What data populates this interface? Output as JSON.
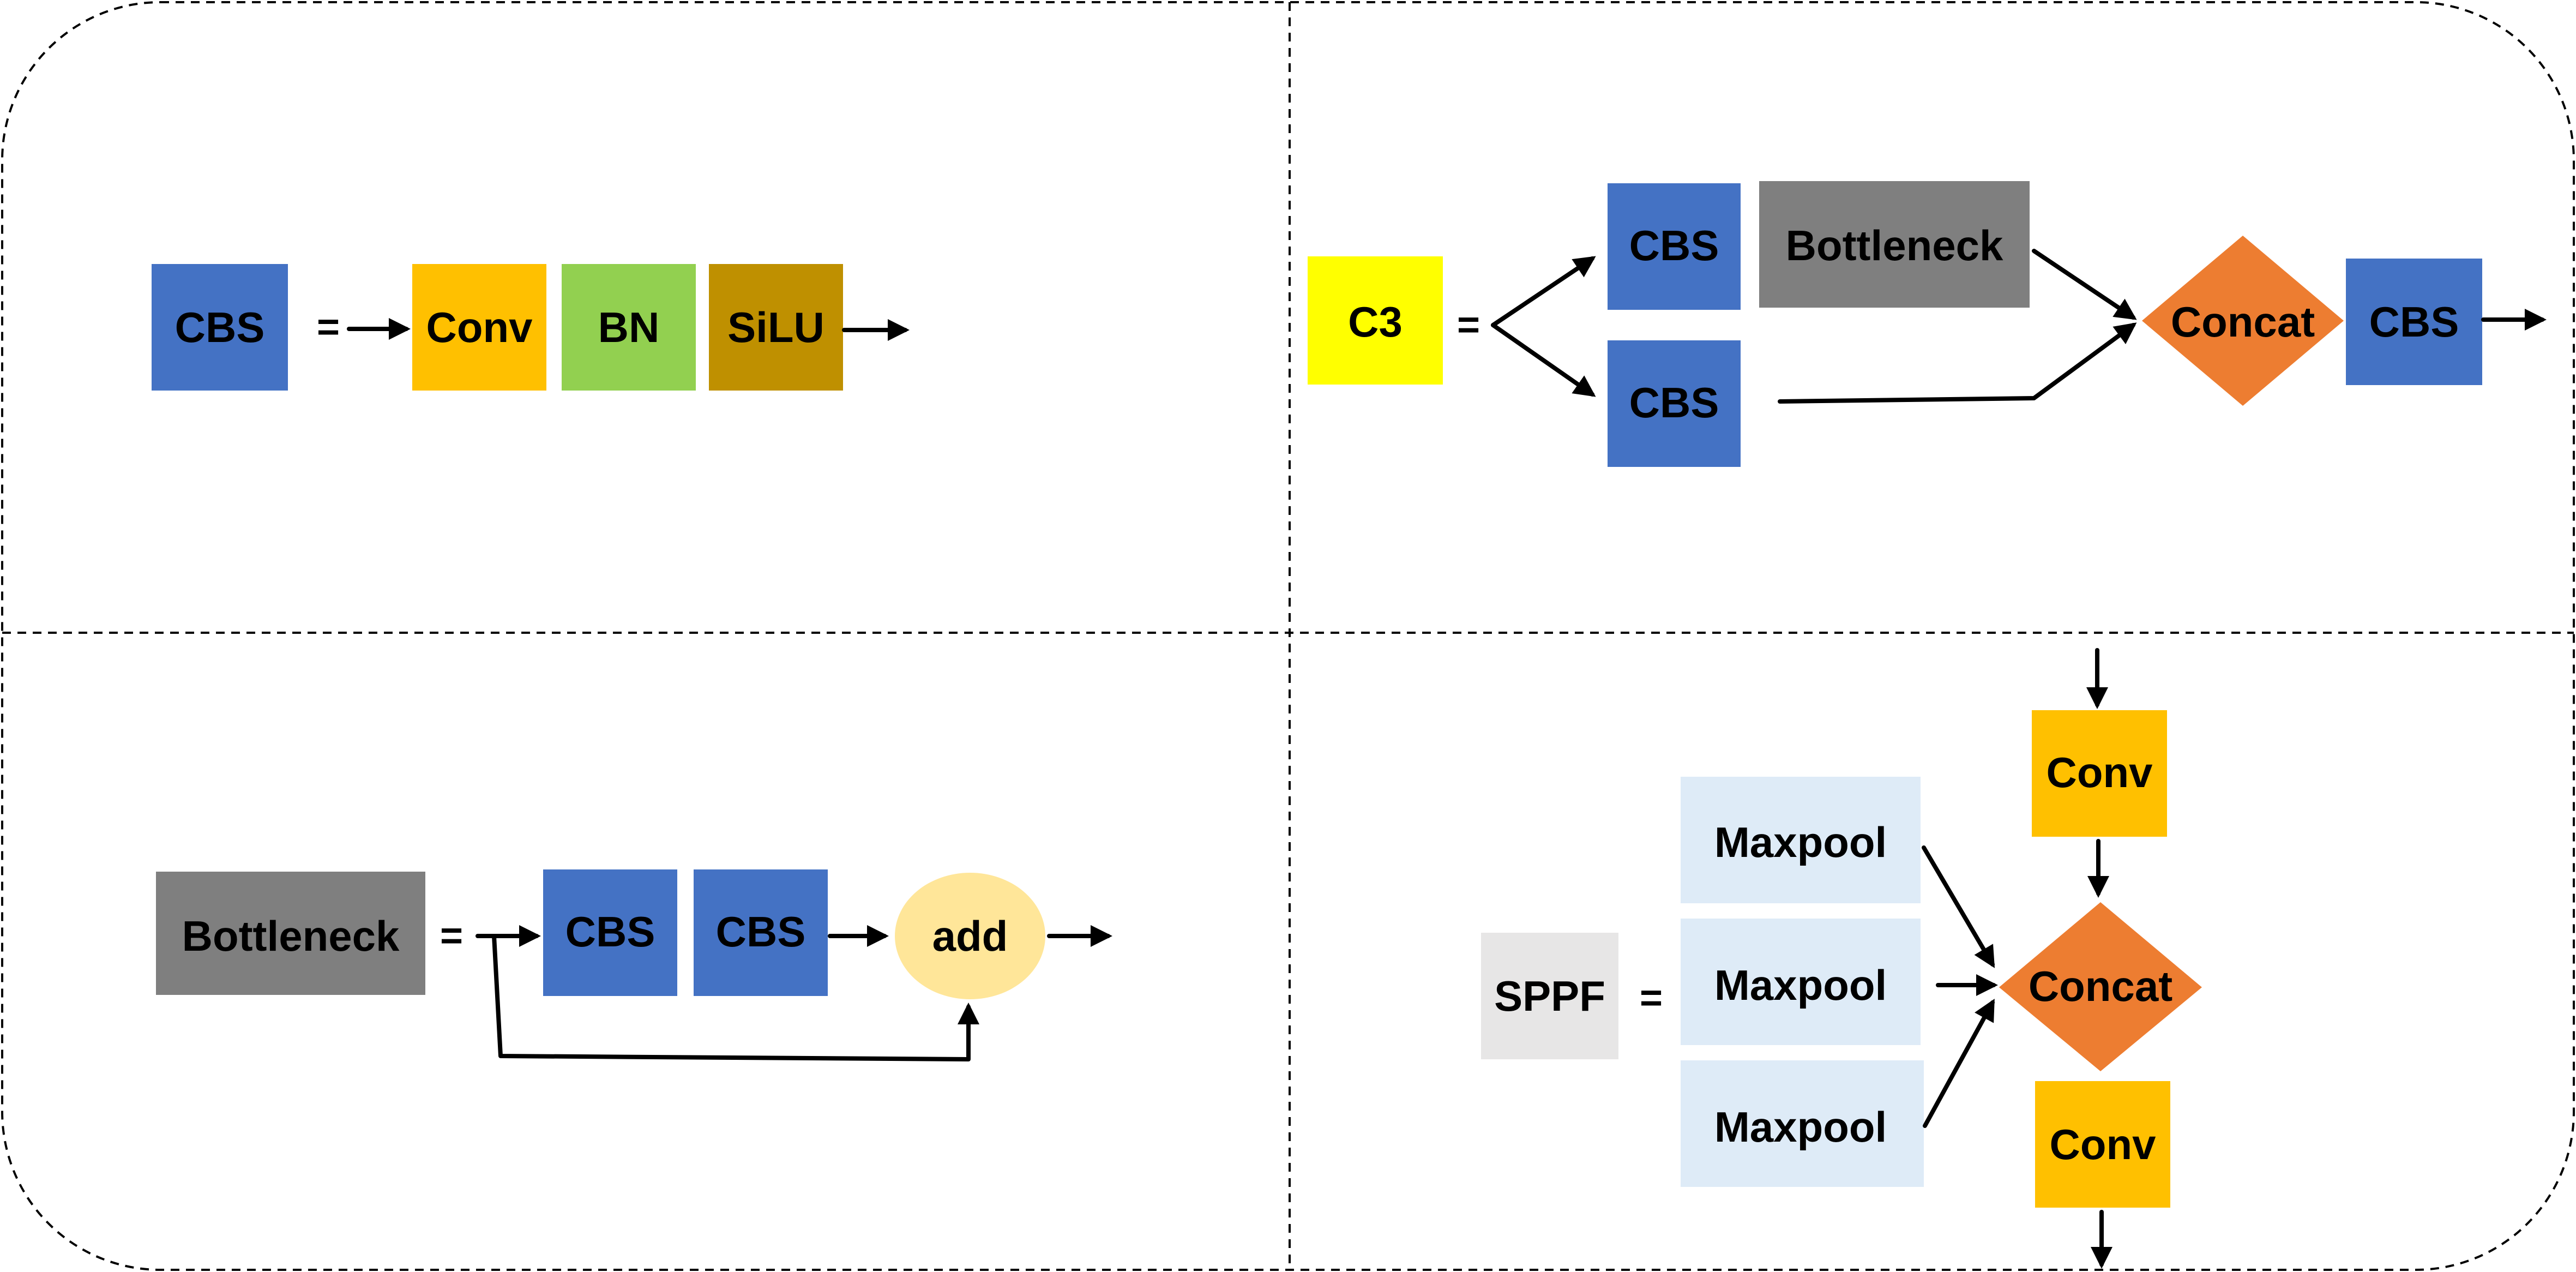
{
  "colors": {
    "cbs": "#4472C4",
    "conv": "#FFC000",
    "bn": "#92D050",
    "silu": "#BF9000",
    "bottleneck": "#7F7F7F",
    "c3": "#FFFF00",
    "concat": "#ED7D31",
    "add": "#FFE699",
    "maxpool": "#DEEBF7",
    "sppf": "#E7E6E6",
    "frame": "#000000"
  },
  "cbs_panel": {
    "module": "CBS",
    "equals": "=",
    "conv": "Conv",
    "bn": "BN",
    "silu": "SiLU"
  },
  "c3_panel": {
    "module": "C3",
    "equals": "=",
    "cbs_top": "CBS",
    "bottleneck": "Bottleneck",
    "cbs_bottom": "CBS",
    "concat": "Concat",
    "cbs_out": "CBS"
  },
  "bottleneck_panel": {
    "module": "Bottleneck",
    "equals": "=",
    "cbs_1": "CBS",
    "cbs_2": "CBS",
    "add": "add"
  },
  "sppf_panel": {
    "module": "SPPF",
    "equals": "=",
    "conv_top": "Conv",
    "maxpool_1": "Maxpool",
    "maxpool_2": "Maxpool",
    "maxpool_3": "Maxpool",
    "concat": "Concat",
    "conv_bottom": "Conv"
  }
}
